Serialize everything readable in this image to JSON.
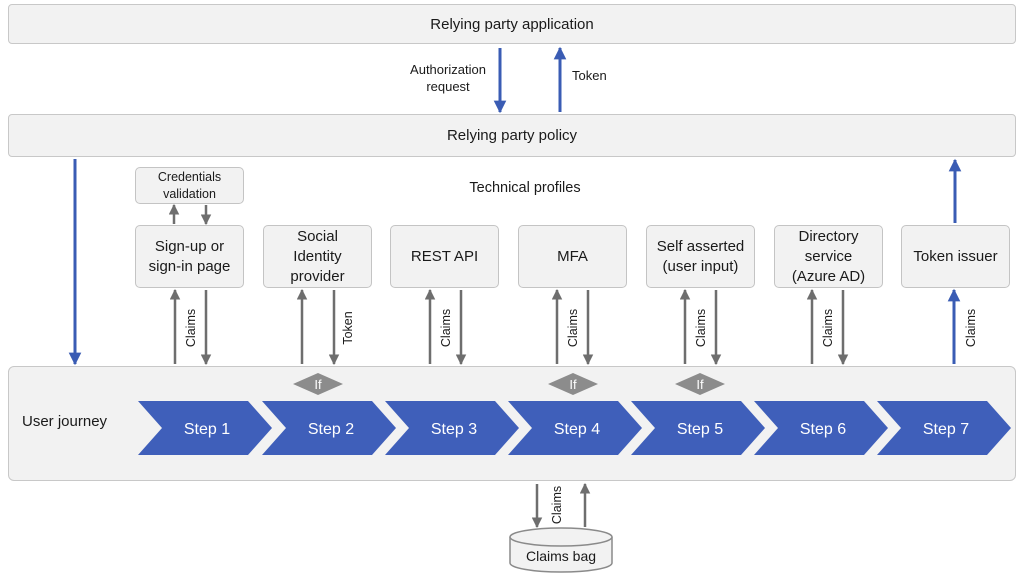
{
  "relying_party_application": "Relying party application",
  "authorization_request": "Authorization\nrequest",
  "token": "Token",
  "relying_party_policy": "Relying party policy",
  "technical_profiles_label": "Technical profiles",
  "credentials_validation": "Credentials\nvalidation",
  "technical_profiles": [
    "Sign-up or\nsign-in page",
    "Social\nIdentity\nprovider",
    "REST API",
    "MFA",
    "Self asserted\n(user input)",
    "Directory\nservice\n(Azure AD)",
    "Token issuer"
  ],
  "arrow_labels": {
    "step1": "Claims",
    "step2": "Token",
    "step3": "Claims",
    "step4": "Claims",
    "step5": "Claims",
    "step6": "Claims",
    "step7": "Claims",
    "bag": "Claims"
  },
  "condition_label": "If",
  "conditional_steps": [
    2,
    4,
    5
  ],
  "user_journey_label": "User journey",
  "steps": [
    "Step 1",
    "Step 2",
    "Step 3",
    "Step 4",
    "Step 5",
    "Step 6",
    "Step 7"
  ],
  "claims_bag": "Claims bag",
  "colors": {
    "blue": "#3a5cb4",
    "step_fill": "#3f5fba",
    "gray_arrow": "#6e6e6e",
    "box_fill": "#f2f2f2",
    "diamond": "#8c8c8c"
  }
}
